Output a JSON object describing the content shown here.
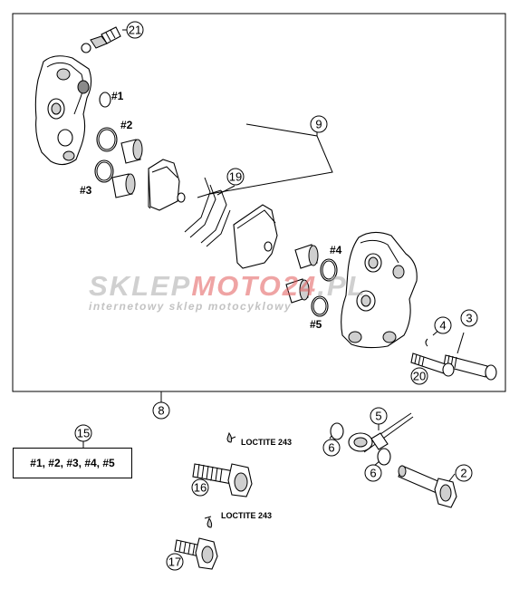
{
  "callouts": {
    "c2": "2",
    "c3": "3",
    "c4": "4",
    "c5": "5",
    "c6a": "6",
    "c6b": "6",
    "c8": "8",
    "c9": "9",
    "c15": "15",
    "c16": "16",
    "c17": "17",
    "c19": "19",
    "c20": "20",
    "c21": "21"
  },
  "kit_labels": {
    "h1": "#1",
    "h2": "#2",
    "h3": "#3",
    "h4": "#4",
    "h5": "#5"
  },
  "kit_box_text": "#1, #2, #3, #4, #5",
  "loctite": {
    "bolt16": "LOCTITE 243",
    "bolt17": "LOCTITE 243"
  },
  "watermark": {
    "main_a": "SKLEP",
    "main_b": "MOTO",
    "main_c": "24",
    "main_d": ".PL",
    "sub": "internetowy sklep motocyklowy"
  },
  "colors": {
    "line": "#000000",
    "shade": "#cfcfcf",
    "watermark_gray": "#aaaaaa",
    "watermark_red": "#e15a5a"
  }
}
